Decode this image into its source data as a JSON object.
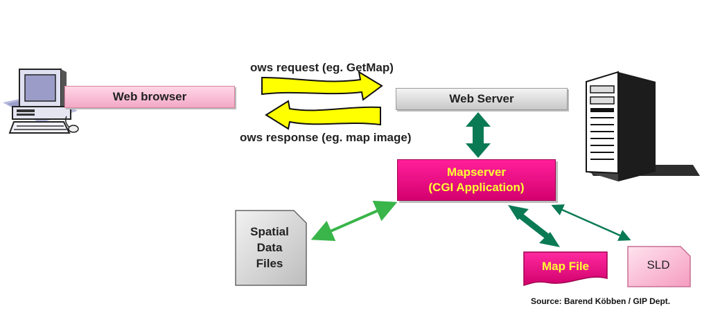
{
  "nodes": {
    "web_browser": "Web browser",
    "web_server": "Web Server",
    "mapserver_line1": "Mapserver",
    "mapserver_line2": "(CGI Application)",
    "spatial_line1": "Spatial",
    "spatial_line2": "Data",
    "spatial_line3": "Files",
    "map_file": "Map File",
    "sld": "SLD"
  },
  "edges": {
    "request": "ows request (eg. GetMap)",
    "response": "ows response (eg. map image)"
  },
  "source": "Source: Barend Köbben / GIP Dept.",
  "colors": {
    "accent_magenta": "#e6007e",
    "label_yellow": "#ffff33",
    "arrow_yellow": "#ffff00",
    "arrow_green_dark": "#0a7a55",
    "arrow_green_light": "#39b54a"
  }
}
